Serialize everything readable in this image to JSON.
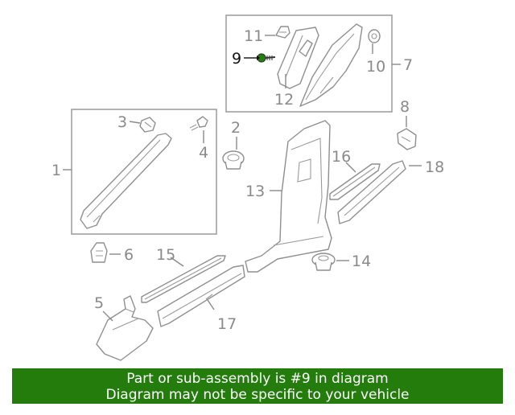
{
  "diagram": {
    "highlighted_part": "9",
    "callouts": {
      "c1": "1",
      "c2": "2",
      "c3": "3",
      "c4": "4",
      "c5": "5",
      "c6": "6",
      "c7": "7",
      "c8": "8",
      "c9": "9",
      "c10": "10",
      "c11": "11",
      "c12": "12",
      "c13": "13",
      "c14": "14",
      "c15": "15",
      "c16": "16",
      "c17": "17",
      "c18": "18"
    },
    "colors": {
      "highlight": "#237c0c",
      "line": "#8f8f8f"
    }
  },
  "banner": {
    "line1": "Part or sub-assembly is #9 in diagram",
    "line2": "Diagram may not be specific to your vehicle"
  }
}
